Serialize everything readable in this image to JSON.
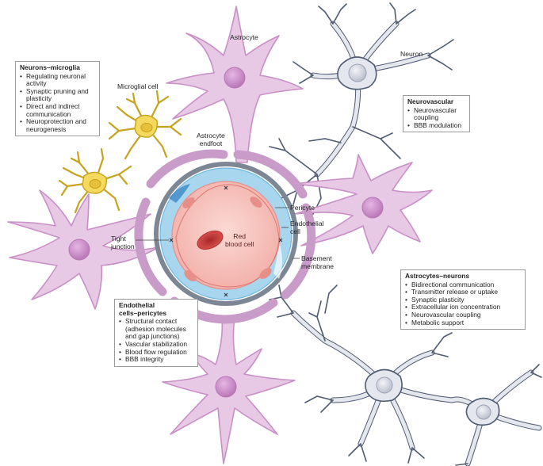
{
  "labels": {
    "astrocyte": "Astrocyte",
    "neuron": "Neuron",
    "microglial_cell": "Microglial cell",
    "astrocyte_endfoot": [
      "Astrocyte",
      "endfoot"
    ],
    "pericyte": "Pericyte",
    "endothelial_cell": [
      "Endothelial",
      "cell"
    ],
    "red_blood_cell": [
      "Red",
      "blood cell"
    ],
    "basement_membrane": [
      "Basement",
      "membrane"
    ],
    "tight_junction": [
      "Tight",
      "junction"
    ]
  },
  "boxes": {
    "neurons_microglia": {
      "title": "Neurons–microglia",
      "items": [
        "Regulating neuronal activity",
        "Synaptic pruning and plasticity",
        "Direct and indirect communication",
        "Neuroprotection and neurogenesis"
      ]
    },
    "neurovascular": {
      "title": "Neurovascular",
      "items": [
        "Neurovascular coupling",
        "BBB modulation"
      ]
    },
    "astrocytes_neurons": {
      "title": "Astrocytes–neurons",
      "items": [
        "Bidirectional communication",
        "Transmitter release or uptake",
        "Synaptic plasticity",
        "Extracellular ion concentration",
        "Neurovascular coupling",
        "Metabolic support"
      ]
    },
    "endothelial_pericytes": {
      "title_lines": [
        "Endothelial",
        "cells–pericytes"
      ],
      "items": [
        "Structural contact (adhesion molecules and gap junctions)",
        "Vascular stabilization",
        "Blood flow regulation",
        "BBB integrity"
      ]
    }
  },
  "colors": {
    "astrocyte_fill": "#e7c9e6",
    "astrocyte_outline": "#c98fc6",
    "astrocyte_nucleus": "#c68bc4",
    "neuron_fill": "#e4e7ee",
    "neuron_outline": "#4f5b72",
    "microglia_fill": "#f3da5e",
    "microglia_outline": "#c7a21d",
    "endfoot": "#c99bc8",
    "basement": "#7d8694",
    "endothelial": "#a9d6ef",
    "lumen": "#f8c6c0",
    "rbc": "#cc3e3e"
  }
}
